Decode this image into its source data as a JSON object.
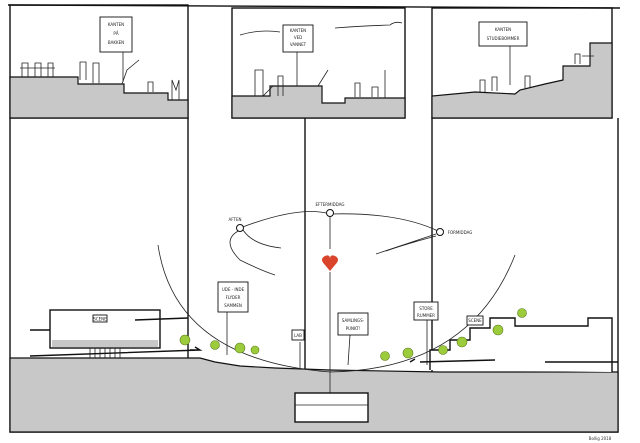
{
  "panels": [
    {
      "id": "bakken",
      "sign": [
        "KANTEN",
        "PÅ",
        "BAKKEN"
      ]
    },
    {
      "id": "vannet",
      "sign": [
        "KANTEN",
        "VED",
        "VANNET"
      ]
    },
    {
      "id": "studie",
      "sign": [
        "KANTEN",
        "STUDIEBOMMER"
      ]
    }
  ],
  "times": {
    "evening": "AFTEN",
    "afternoon": "EFTERMIDDAG",
    "morning": "FORMIDDAG"
  },
  "section_signs": {
    "inside_outside": [
      "UDE - INDE",
      "FLYDER",
      "SAMMEN"
    ],
    "building": "SCENE",
    "lab": "LAB",
    "gathering": [
      "SAMLINGS-",
      "PUNKT!"
    ],
    "rooms": [
      "STORE",
      "RUMMER"
    ],
    "terrace": "SCENE"
  },
  "signature": "Bollig 2018",
  "colors": {
    "ground": "#c8c8c8",
    "tree": "#9ccc3c",
    "heart": "#d9442a"
  }
}
